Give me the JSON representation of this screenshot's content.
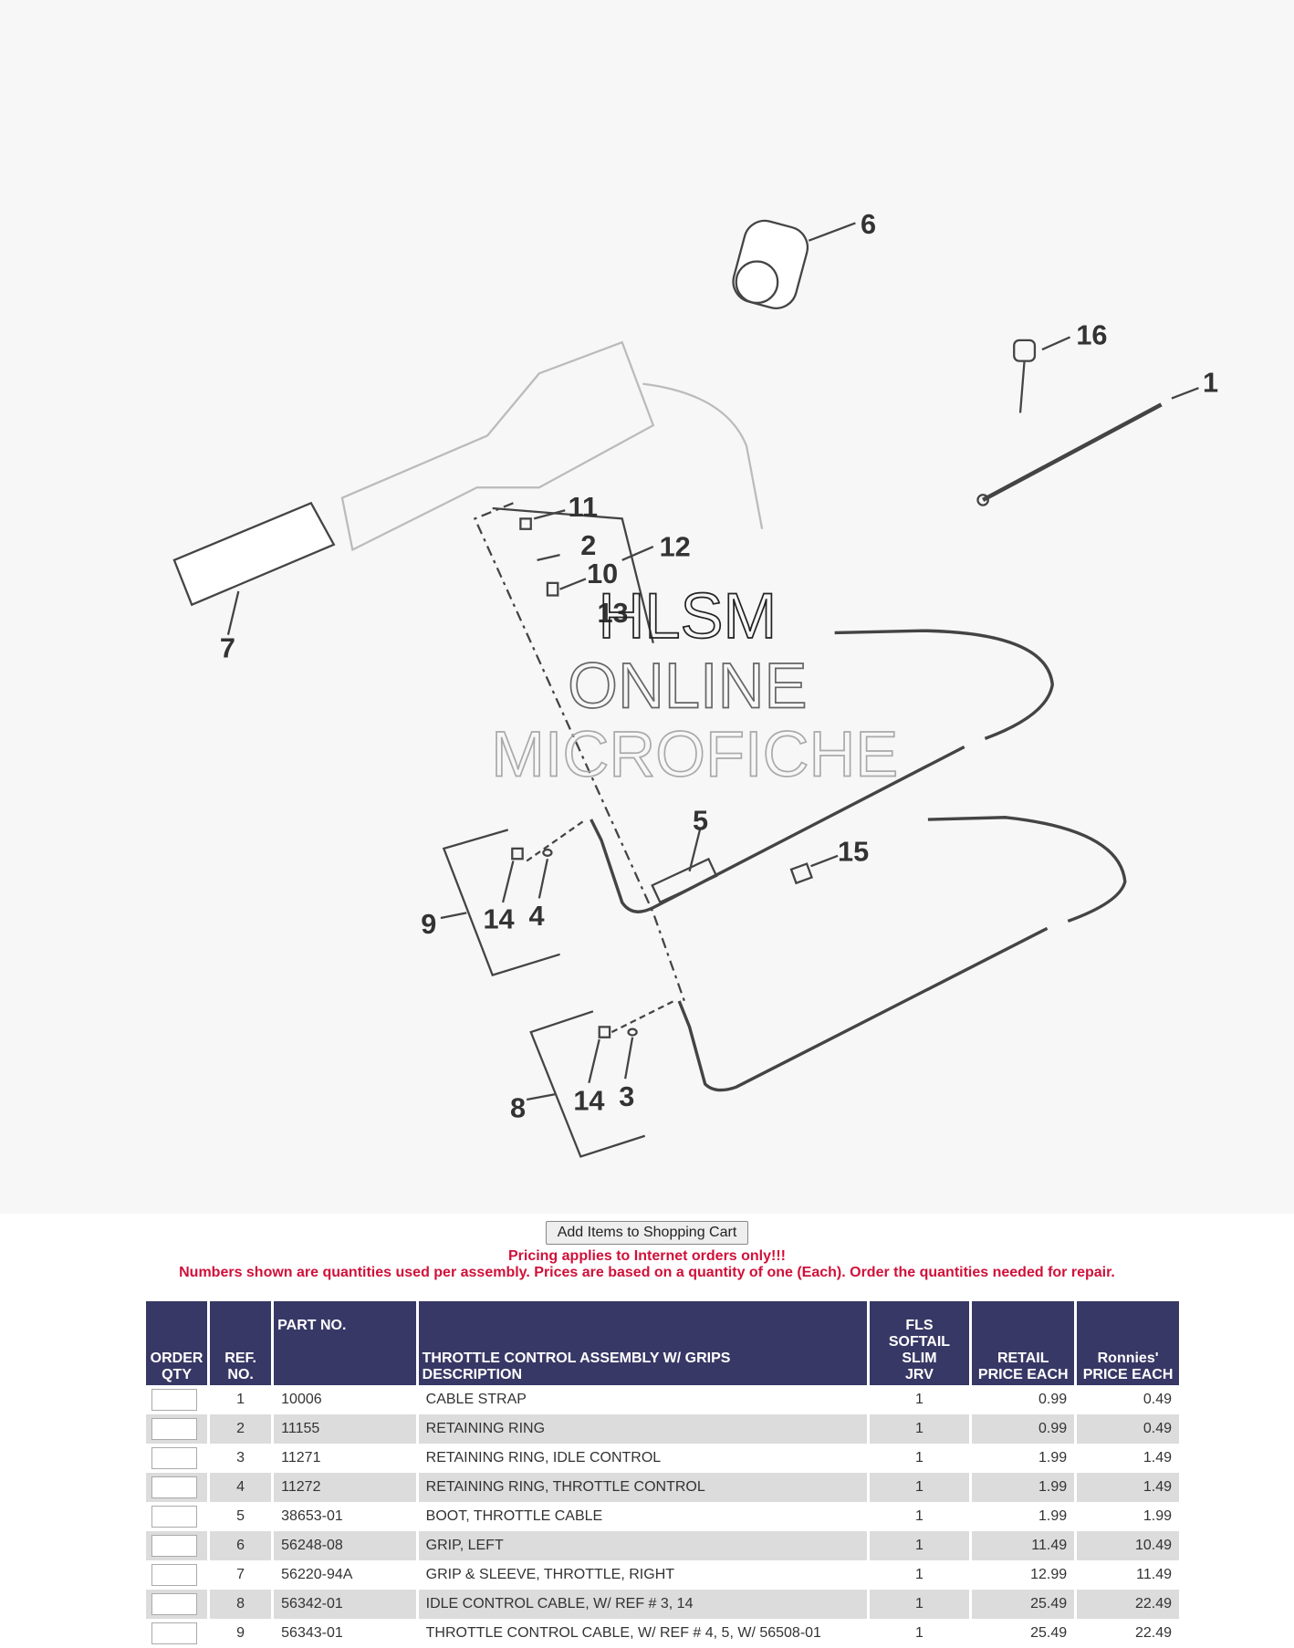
{
  "diagram": {
    "callouts": [
      "6",
      "16",
      "1",
      "11",
      "2",
      "12",
      "10",
      "13",
      "7",
      "5",
      "15",
      "9",
      "14",
      "4",
      "8",
      "14",
      "3"
    ],
    "watermark": [
      "HLSM",
      "ONLINE",
      "MICROFICHE"
    ]
  },
  "cart_button": "Add Items to Shopping Cart",
  "notice": "Pricing applies to Internet orders only!!!",
  "note": "Numbers shown are quantities used per assembly. Prices are based on a quantity of one (Each). Order the quantities needed for repair.",
  "table": {
    "headers": {
      "order_qty": [
        "ORDER",
        "QTY"
      ],
      "ref_no": [
        "REF.",
        "NO."
      ],
      "part_no": "PART NO.",
      "description": [
        "THROTTLE CONTROL ASSEMBLY W/ GRIPS",
        "DESCRIPTION"
      ],
      "model": [
        "FLS",
        "SOFTAIL",
        "SLIM",
        "JRV"
      ],
      "retail": [
        "RETAIL",
        "PRICE EACH"
      ],
      "ronnies": [
        "Ronnies'",
        "PRICE EACH"
      ]
    },
    "rows": [
      {
        "ref": "1",
        "part": "10006",
        "desc": "CABLE STRAP",
        "qty": "1",
        "retail": "0.99",
        "price": "0.49"
      },
      {
        "ref": "2",
        "part": "11155",
        "desc": "RETAINING RING",
        "qty": "1",
        "retail": "0.99",
        "price": "0.49"
      },
      {
        "ref": "3",
        "part": "11271",
        "desc": "RETAINING RING, IDLE CONTROL",
        "qty": "1",
        "retail": "1.99",
        "price": "1.49"
      },
      {
        "ref": "4",
        "part": "11272",
        "desc": "RETAINING RING, THROTTLE CONTROL",
        "qty": "1",
        "retail": "1.99",
        "price": "1.49"
      },
      {
        "ref": "5",
        "part": "38653-01",
        "desc": "BOOT, THROTTLE CABLE",
        "qty": "1",
        "retail": "1.99",
        "price": "1.99"
      },
      {
        "ref": "6",
        "part": "56248-08",
        "desc": "GRIP, LEFT",
        "qty": "1",
        "retail": "11.49",
        "price": "10.49"
      },
      {
        "ref": "7",
        "part": "56220-94A",
        "desc": "GRIP & SLEEVE, THROTTLE, RIGHT",
        "qty": "1",
        "retail": "12.99",
        "price": "11.49"
      },
      {
        "ref": "8",
        "part": "56342-01",
        "desc": "IDLE CONTROL CABLE, W/ REF # 3, 14",
        "qty": "1",
        "retail": "25.49",
        "price": "22.49"
      },
      {
        "ref": "9",
        "part": "56343-01",
        "desc": "THROTTLE CONTROL CABLE, W/ REF # 4, 5, W/ 56508-01",
        "qty": "1",
        "retail": "25.49",
        "price": "22.49"
      }
    ]
  }
}
